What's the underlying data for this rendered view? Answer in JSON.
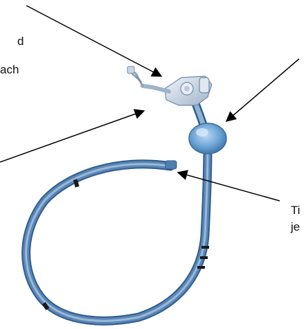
{
  "labels": {
    "top_left_line1": "d",
    "top_left_line2": "ach",
    "right_line1": "Ti",
    "right_line2": "je"
  },
  "colors": {
    "tube": "#5b86b4",
    "tube_light": "#a9c6e3",
    "tube_dark": "#2f5d8c",
    "balloon": "#6fa6d8",
    "hub": "#c9d7e6",
    "arrow": "#000000",
    "band": "#1a1a1a"
  }
}
